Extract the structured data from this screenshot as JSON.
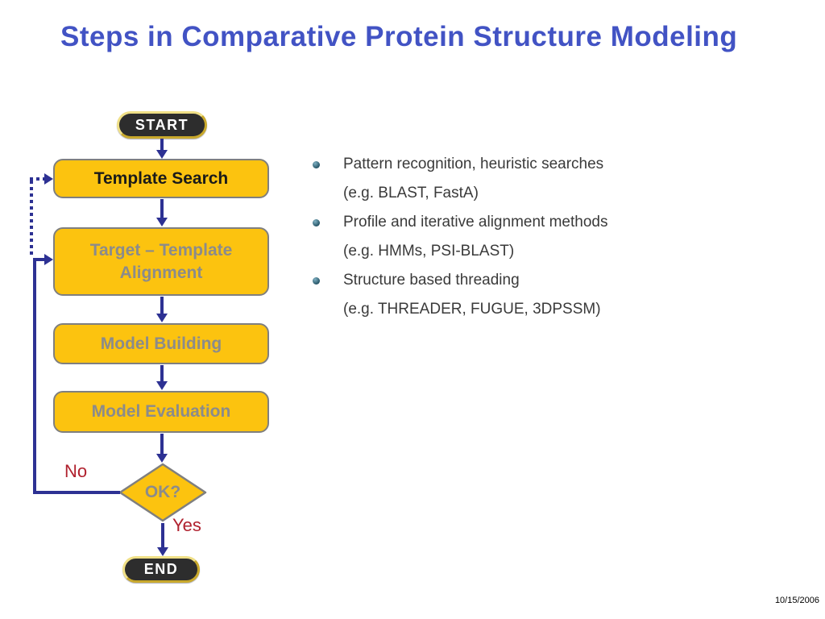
{
  "slide": {
    "title": "Steps in Comparative Protein Structure Modeling",
    "date": "10/15/2006"
  },
  "flowchart": {
    "start": "START",
    "end": "END",
    "steps": [
      {
        "label": "Template Search"
      },
      {
        "label": "Target – Template Alignment"
      },
      {
        "label": "Model Building"
      },
      {
        "label": "Model Evaluation"
      }
    ],
    "decision": "OK?",
    "branch_no": "No",
    "branch_yes": "Yes"
  },
  "bullets": [
    {
      "text": "Pattern recognition, heuristic searches",
      "example": "(e.g. BLAST, FastA)"
    },
    {
      "text": "Profile and iterative alignment methods",
      "example": "(e.g. HMMs, PSI-BLAST)"
    },
    {
      "text": "Structure based threading",
      "example": "(e.g. THREADER, FUGUE, 3DPSSM)"
    }
  ],
  "colors": {
    "title_text": "#4253C4",
    "process_fill": "#FCC30F",
    "process_border": "#7F7F7F",
    "process_gray_text": "#8B8B8B",
    "process_black_text": "#1A1A1A",
    "connector": "#2D3193",
    "terminator_fill": "#2D2D2D",
    "terminator_border": "#E8CE4F",
    "branch_label_text": "#B0212E",
    "bullet_ball": "#2F6375",
    "bullet_text": "#3A3A3A",
    "date_text": "#000000"
  }
}
